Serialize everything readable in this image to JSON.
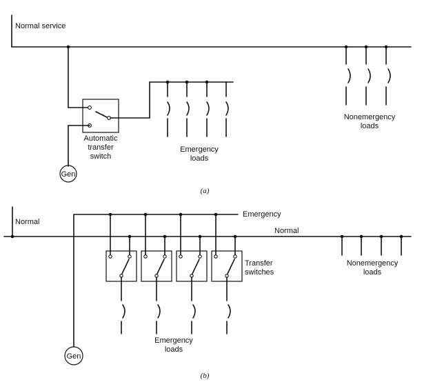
{
  "diagram_a": {
    "normal_service_label": "Normal service",
    "ats_label_lines": [
      "Automatic",
      "transfer",
      "switch"
    ],
    "gen_label": "Gen",
    "emergency_loads_lines": [
      "Emergency",
      "loads"
    ],
    "nonemergency_loads_lines": [
      "Nonemergency",
      "loads"
    ],
    "caption": "(a)"
  },
  "diagram_b": {
    "normal_label_left": "Normal",
    "emergency_label": "Emergency",
    "normal_label_bus": "Normal",
    "transfer_switches_lines": [
      "Transfer",
      "switches"
    ],
    "gen_label": "Gen",
    "emergency_loads_lines": [
      "Emergency",
      "loads"
    ],
    "nonemergency_loads_lines": [
      "Nonemergency",
      "loads"
    ],
    "caption": "(b)"
  }
}
